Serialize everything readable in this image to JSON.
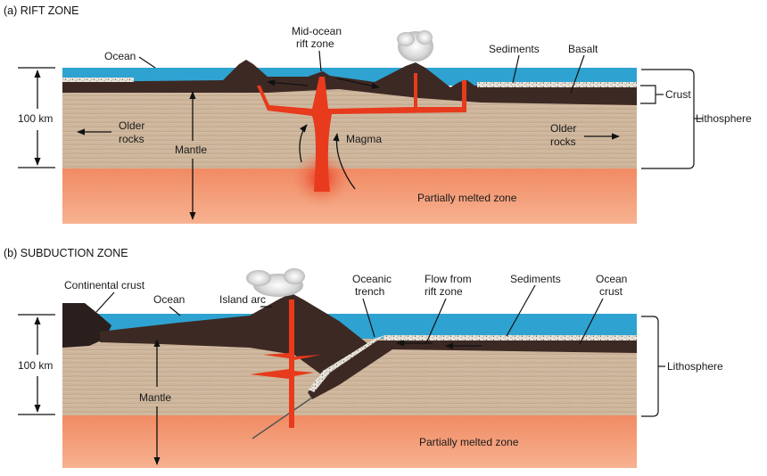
{
  "rift": {
    "title": "(a) RIFT ZONE",
    "ocean": "Ocean",
    "mid_ocean_line1": "Mid-ocean",
    "mid_ocean_line2": "rift zone",
    "sediments": "Sediments",
    "basalt": "Basalt",
    "crust": "Crust",
    "lithosphere": "Lithosphere",
    "depth": "100 km",
    "older_left_line1": "Older",
    "older_left_line2": "rocks",
    "older_right_line1": "Older",
    "older_right_line2": "rocks",
    "mantle": "Mantle",
    "magma": "Magma",
    "partially_melted": "Partially melted zone"
  },
  "subduction": {
    "title": "(b) SUBDUCTION ZONE",
    "continental_crust": "Continental crust",
    "ocean": "Ocean",
    "island_arc": "Island arc",
    "trench_line1": "Oceanic",
    "trench_line2": "trench",
    "flow_line1": "Flow from",
    "flow_line2": "rift zone",
    "sediments": "Sediments",
    "ocean_crust_line1": "Ocean",
    "ocean_crust_line2": "crust",
    "lithosphere": "Lithosphere",
    "depth": "100 km",
    "mantle": "Mantle",
    "partially_melted": "Partially melted zone"
  },
  "colors": {
    "ocean": "#2ea3d1",
    "crust": "#3d2924",
    "lithosphere": "#cdb59b",
    "melted_zone": "#f4a077",
    "magma": "#e83a1c",
    "sediment": "#e9e5dc"
  }
}
